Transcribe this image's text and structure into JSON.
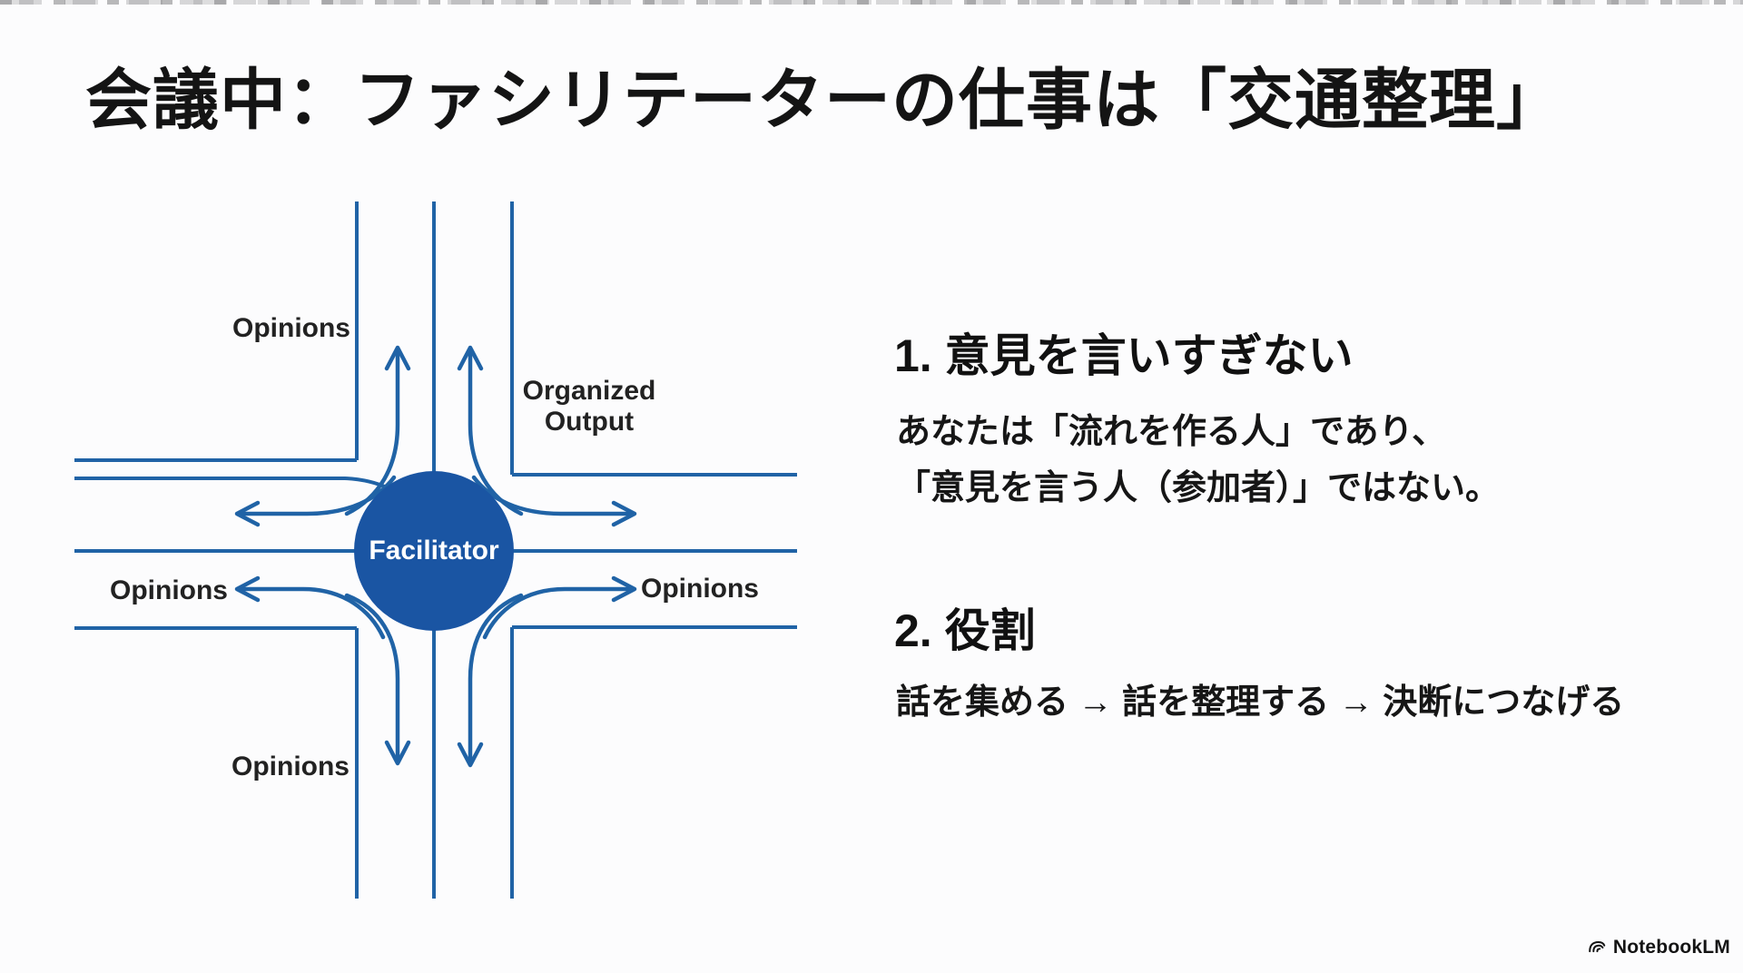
{
  "title": "会議中：ファシリテーターの仕事は「交通整理」",
  "diagram": {
    "center_label": "Facilitator",
    "labels": {
      "top_left": "Opinions",
      "organized_output_line1": "Organized",
      "organized_output_line2": "Output",
      "left": "Opinions",
      "right": "Opinions",
      "bottom": "Opinions"
    },
    "colors": {
      "road": "#2063a6",
      "circle_fill": "#1a55a3",
      "label_text": "#222222"
    }
  },
  "sections": [
    {
      "heading": "1. 意見を言いすぎない",
      "body_lines": [
        "あなたは「流れを作る人」であり、",
        "「意見を言う人（参加者）」ではない。"
      ]
    },
    {
      "heading": "2. 役割",
      "body_lines": [
        "話を集める → 話を整理する → 決断につなげる"
      ]
    }
  ],
  "footer": {
    "brand": "NotebookLM"
  }
}
